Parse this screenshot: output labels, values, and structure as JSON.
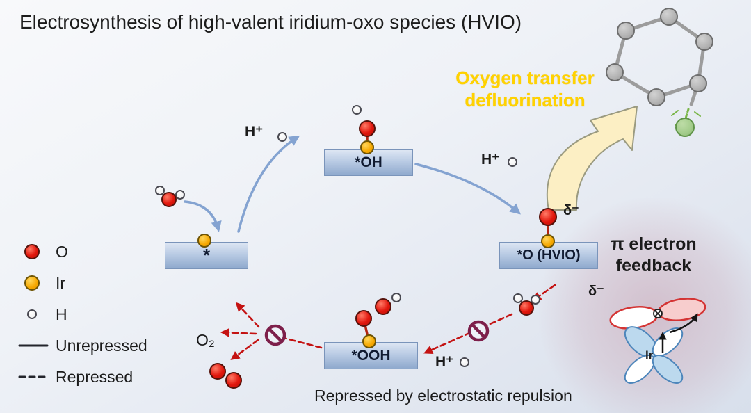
{
  "title": "Electrosynthesis of high-valent iridium-oxo species (HVIO)",
  "callout": {
    "line1": "Oxygen transfer",
    "line2": "defluorination"
  },
  "legend": {
    "o": "O",
    "ir": "Ir",
    "h": "H",
    "unrepressed": "Unrepressed",
    "repressed": "Repressed"
  },
  "cycle": {
    "site_bare": "*",
    "site_oh": "*OH",
    "site_o": "*O (HVIO)",
    "site_ooh": "*OOH",
    "proton": "H⁺",
    "oxygen_gas": "O₂",
    "delta_minus": "δ⁻"
  },
  "feedback": {
    "line1": "π electron",
    "line2": "feedback",
    "delta_minus": "δ⁻",
    "metal": "Ir"
  },
  "footer": "Repressed by electrostatic repulsion",
  "colors": {
    "oxygen": "#e2170d",
    "iridium": "#f6a800",
    "hydrogen": "#ffffff",
    "carbon": "#b3b3b3",
    "fluorine": "#a3cc8b",
    "unrepressed_arrow": "#84a3d1",
    "repressed_arrow": "#c41212",
    "highlight_text": "#ffd200",
    "slab": "#9fb6d6"
  }
}
